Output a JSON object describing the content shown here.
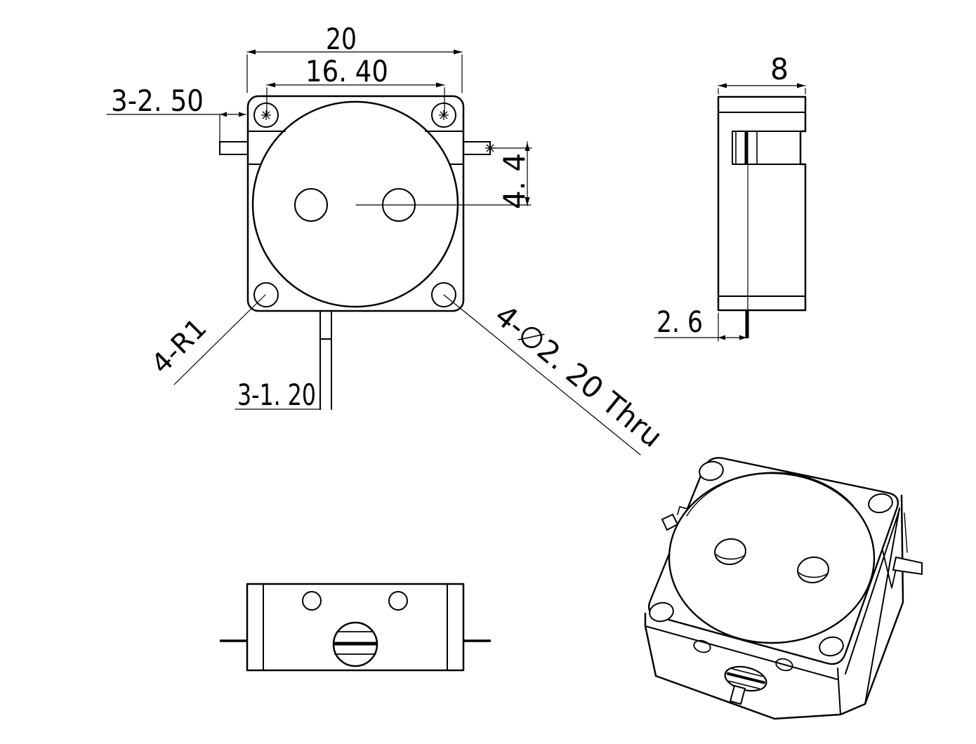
{
  "drawing": {
    "type": "engineering-drawing",
    "background": "#ffffff",
    "line_color": "#000000",
    "front_view": {
      "dim_overall_width": "20",
      "dim_hole_spacing": "16. 40",
      "dim_side_pins": "3-2. 50",
      "dim_pin_height": "4. 4",
      "dim_corner_radius": "4-R1",
      "dim_bottom_pin": "3-1. 20",
      "dim_corner_holes": "4-∅2. 20 Thru"
    },
    "side_view": {
      "dim_depth": "8",
      "dim_pin_offset": "2. 6"
    }
  }
}
